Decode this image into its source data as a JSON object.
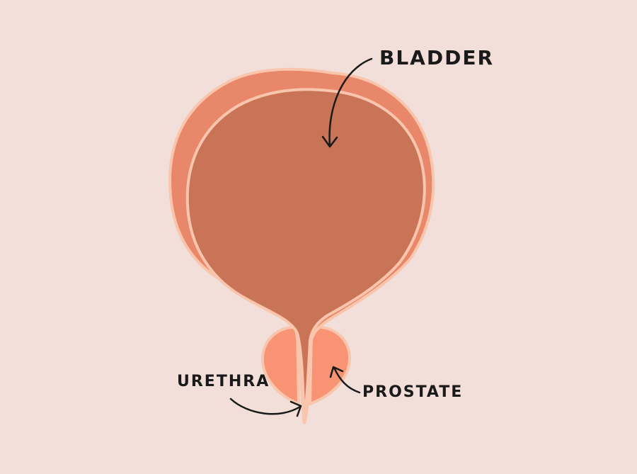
{
  "labels": {
    "bladder": "BLADDER",
    "urethra": "URETHRA",
    "prostate": "PROSTATE"
  },
  "colors": {
    "background": "#f2dfd9",
    "bladder_wall": "#e8876a",
    "bladder_lumen": "#c97357",
    "outline": "#f9c6ad",
    "prostate": "#f89473",
    "ink": "#1a1a1a"
  }
}
